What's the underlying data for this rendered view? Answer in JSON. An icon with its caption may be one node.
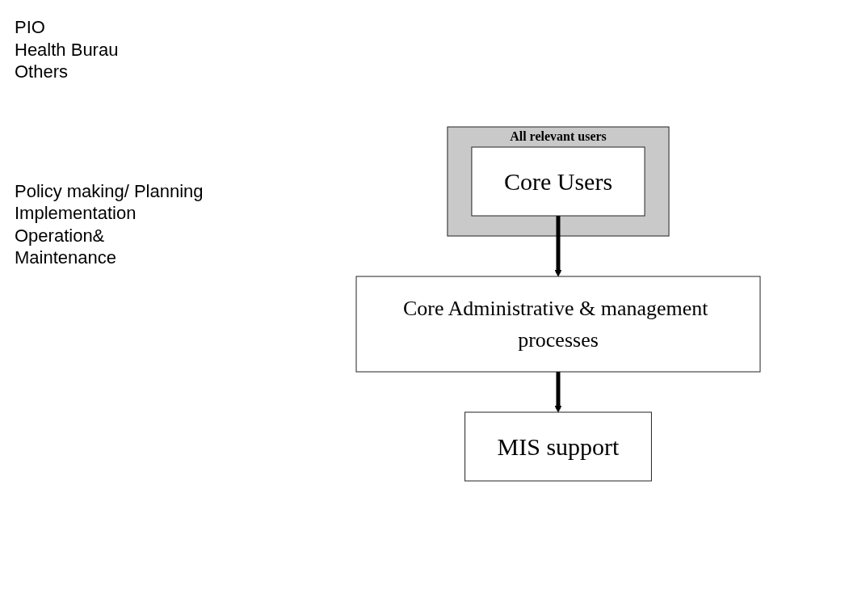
{
  "diagram": {
    "nodes": [
      {
        "text": [
          "All relevant users"
        ]
      },
      {
        "text": [
          "Core Users"
        ],
        "in": 0
      },
      {
        "text": [
          "Core Administrative & management processes"
        ]
      },
      {
        "text": [
          "MIS support"
        ]
      }
    ],
    "edges": [
      {
        "from": 1,
        "to": 2,
        "arrow": "to"
      },
      {
        "from": 2,
        "to": 3,
        "arrow": "to"
      }
    ],
    "labels": [
      "PIO",
      "Health Burau",
      "Others",
      "Policy making/ Planning",
      "Implementation",
      "Operation& Maintenance"
    ]
  }
}
